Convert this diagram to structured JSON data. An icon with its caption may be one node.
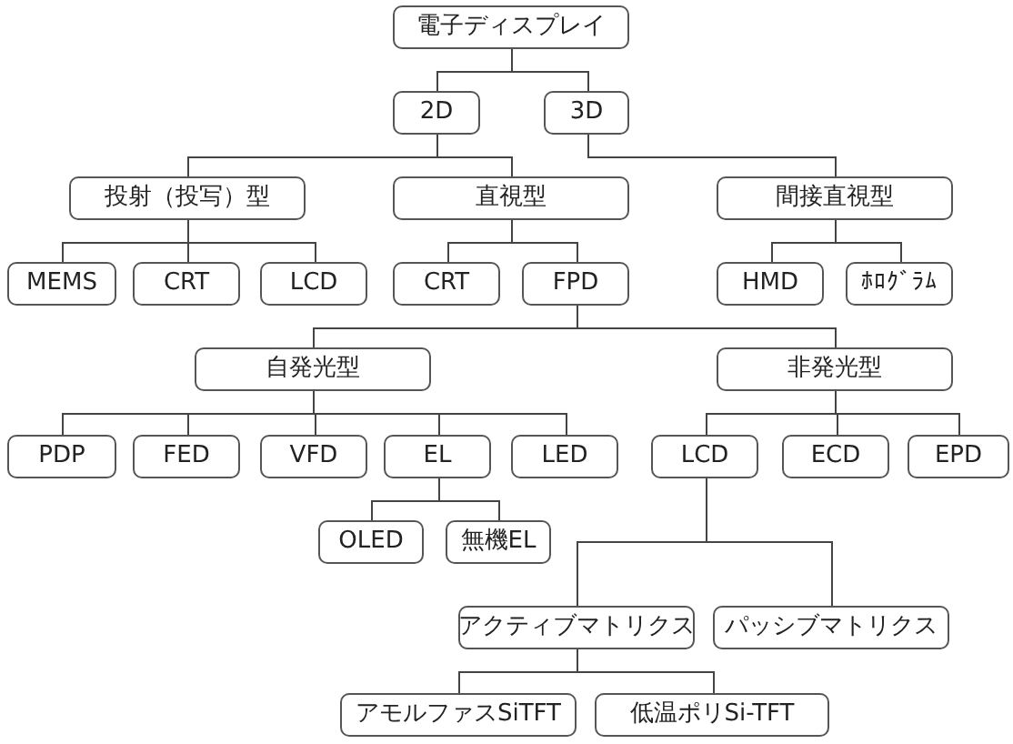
{
  "diagram": {
    "nodes": [
      {
        "text": [
          "電子ディスプレイ"
        ]
      },
      {
        "text": [
          "2D"
        ]
      },
      {
        "text": [
          "3D"
        ]
      },
      {
        "text": [
          "投射（投写）型"
        ]
      },
      {
        "text": [
          "直視型"
        ]
      },
      {
        "text": [
          "間接直視型"
        ]
      },
      {
        "text": [
          "MEMS"
        ]
      },
      {
        "text": [
          "CRT"
        ]
      },
      {
        "text": [
          "LCD"
        ]
      },
      {
        "text": [
          "CRT"
        ]
      },
      {
        "text": [
          "FPD"
        ]
      },
      {
        "text": [
          "HMD"
        ]
      },
      {
        "text": [
          "ﾎﾛｸﾞﾗﾑ"
        ]
      },
      {
        "text": [
          "自発光型"
        ]
      },
      {
        "text": [
          "非発光型"
        ]
      },
      {
        "text": [
          "PDP"
        ]
      },
      {
        "text": [
          "FED"
        ]
      },
      {
        "text": [
          "VFD"
        ]
      },
      {
        "text": [
          "EL"
        ]
      },
      {
        "text": [
          "LED"
        ]
      },
      {
        "text": [
          "LCD"
        ]
      },
      {
        "text": [
          "ECD"
        ]
      },
      {
        "text": [
          "EPD"
        ]
      },
      {
        "text": [
          "OLED"
        ]
      },
      {
        "text": [
          "無機EL"
        ]
      },
      {
        "text": [
          "アクティブマトリクス"
        ]
      },
      {
        "text": [
          "パッシブマトリクス"
        ]
      },
      {
        "text": [
          "アモルファスSiTFT"
        ]
      },
      {
        "text": [
          "低温ポリSi-TFT"
        ]
      }
    ],
    "edges": [
      {
        "from": 0,
        "to": 1,
        "arrow": "none"
      },
      {
        "from": 0,
        "to": 2,
        "arrow": "none"
      },
      {
        "from": 1,
        "to": 3,
        "arrow": "none"
      },
      {
        "from": 1,
        "to": 4,
        "arrow": "none"
      },
      {
        "from": 2,
        "to": 5,
        "arrow": "none"
      },
      {
        "from": 3,
        "to": 6,
        "arrow": "none"
      },
      {
        "from": 3,
        "to": 7,
        "arrow": "none"
      },
      {
        "from": 3,
        "to": 8,
        "arrow": "none"
      },
      {
        "from": 4,
        "to": 9,
        "arrow": "none"
      },
      {
        "from": 4,
        "to": 10,
        "arrow": "none"
      },
      {
        "from": 5,
        "to": 11,
        "arrow": "none"
      },
      {
        "from": 5,
        "to": 12,
        "arrow": "none"
      },
      {
        "from": 10,
        "to": 13,
        "arrow": "none"
      },
      {
        "from": 10,
        "to": 14,
        "arrow": "none"
      },
      {
        "from": 13,
        "to": 15,
        "arrow": "none"
      },
      {
        "from": 13,
        "to": 16,
        "arrow": "none"
      },
      {
        "from": 13,
        "to": 17,
        "arrow": "none"
      },
      {
        "from": 13,
        "to": 18,
        "arrow": "none"
      },
      {
        "from": 13,
        "to": 19,
        "arrow": "none"
      },
      {
        "from": 14,
        "to": 20,
        "arrow": "none"
      },
      {
        "from": 14,
        "to": 21,
        "arrow": "none"
      },
      {
        "from": 14,
        "to": 22,
        "arrow": "none"
      },
      {
        "from": 18,
        "to": 23,
        "arrow": "none"
      },
      {
        "from": 18,
        "to": 24,
        "arrow": "none"
      },
      {
        "from": 20,
        "to": 25,
        "arrow": "none"
      },
      {
        "from": 20,
        "to": 26,
        "arrow": "none"
      },
      {
        "from": 25,
        "to": 27,
        "arrow": "none"
      },
      {
        "from": 25,
        "to": 28,
        "arrow": "none"
      }
    ]
  }
}
